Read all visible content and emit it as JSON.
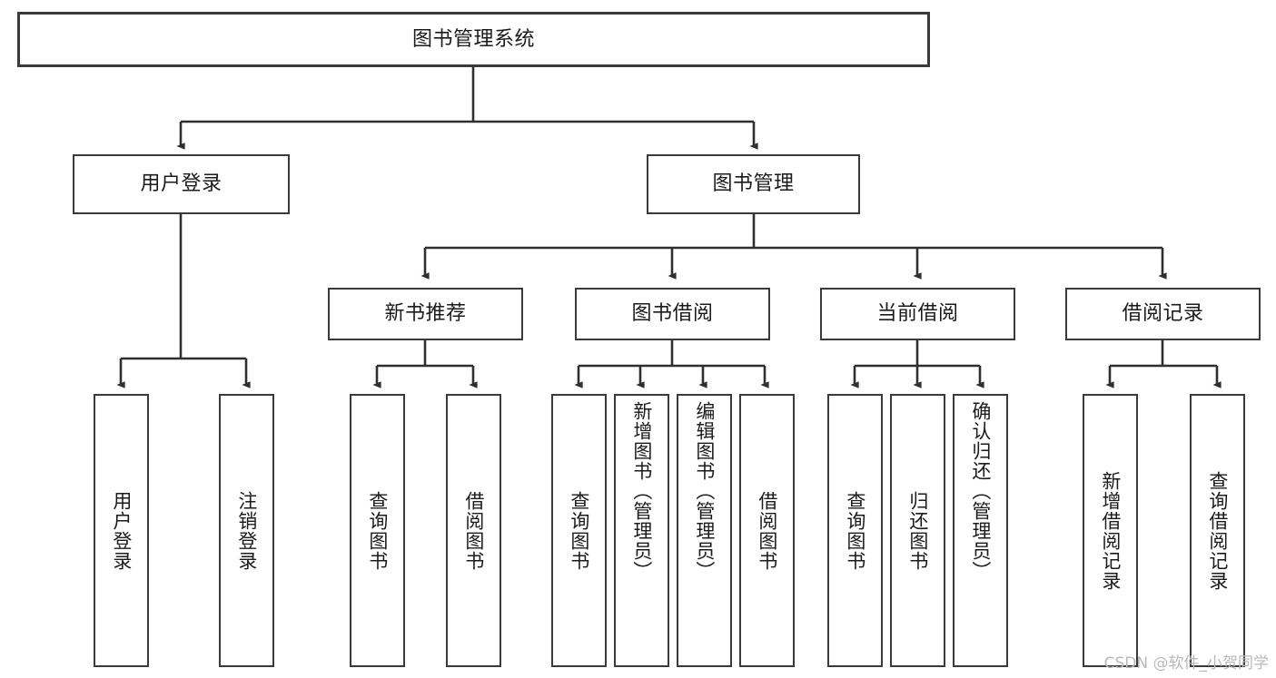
{
  "diagram": {
    "title": "图书管理系统",
    "type": "tree",
    "colors": {
      "background": "#ffffff",
      "box_border": "#3a3a3a",
      "box_fill": "#ffffff",
      "text": "#1b1b1b",
      "connector": "#2f2f2f",
      "watermark": "#b9b9b9"
    },
    "root": {
      "label": "图书管理系统"
    },
    "level1": [
      {
        "label": "用户登录"
      },
      {
        "label": "图书管理"
      }
    ],
    "level2": [
      {
        "label": "新书推荐"
      },
      {
        "label": "图书借阅"
      },
      {
        "label": "当前借阅"
      },
      {
        "label": "借阅记录"
      }
    ],
    "leaves": {
      "user_login": [
        {
          "label": "用户登录"
        },
        {
          "label": "注销登录"
        }
      ],
      "new_book_recommend": [
        {
          "label": "查询图书"
        },
        {
          "label": "借阅图书"
        }
      ],
      "book_borrow": [
        {
          "label": "查询图书"
        },
        {
          "label": "新增图书（管理员）"
        },
        {
          "label": "编辑图书（管理员）"
        },
        {
          "label": "借阅图书"
        }
      ],
      "current_borrow": [
        {
          "label": "查询图书"
        },
        {
          "label": "归还图书"
        },
        {
          "label": "确认归还（管理员）"
        }
      ],
      "borrow_record": [
        {
          "label": "新增借阅记录"
        },
        {
          "label": "查询借阅记录"
        }
      ]
    },
    "watermark": "CSDN @软件_小贺同学"
  }
}
